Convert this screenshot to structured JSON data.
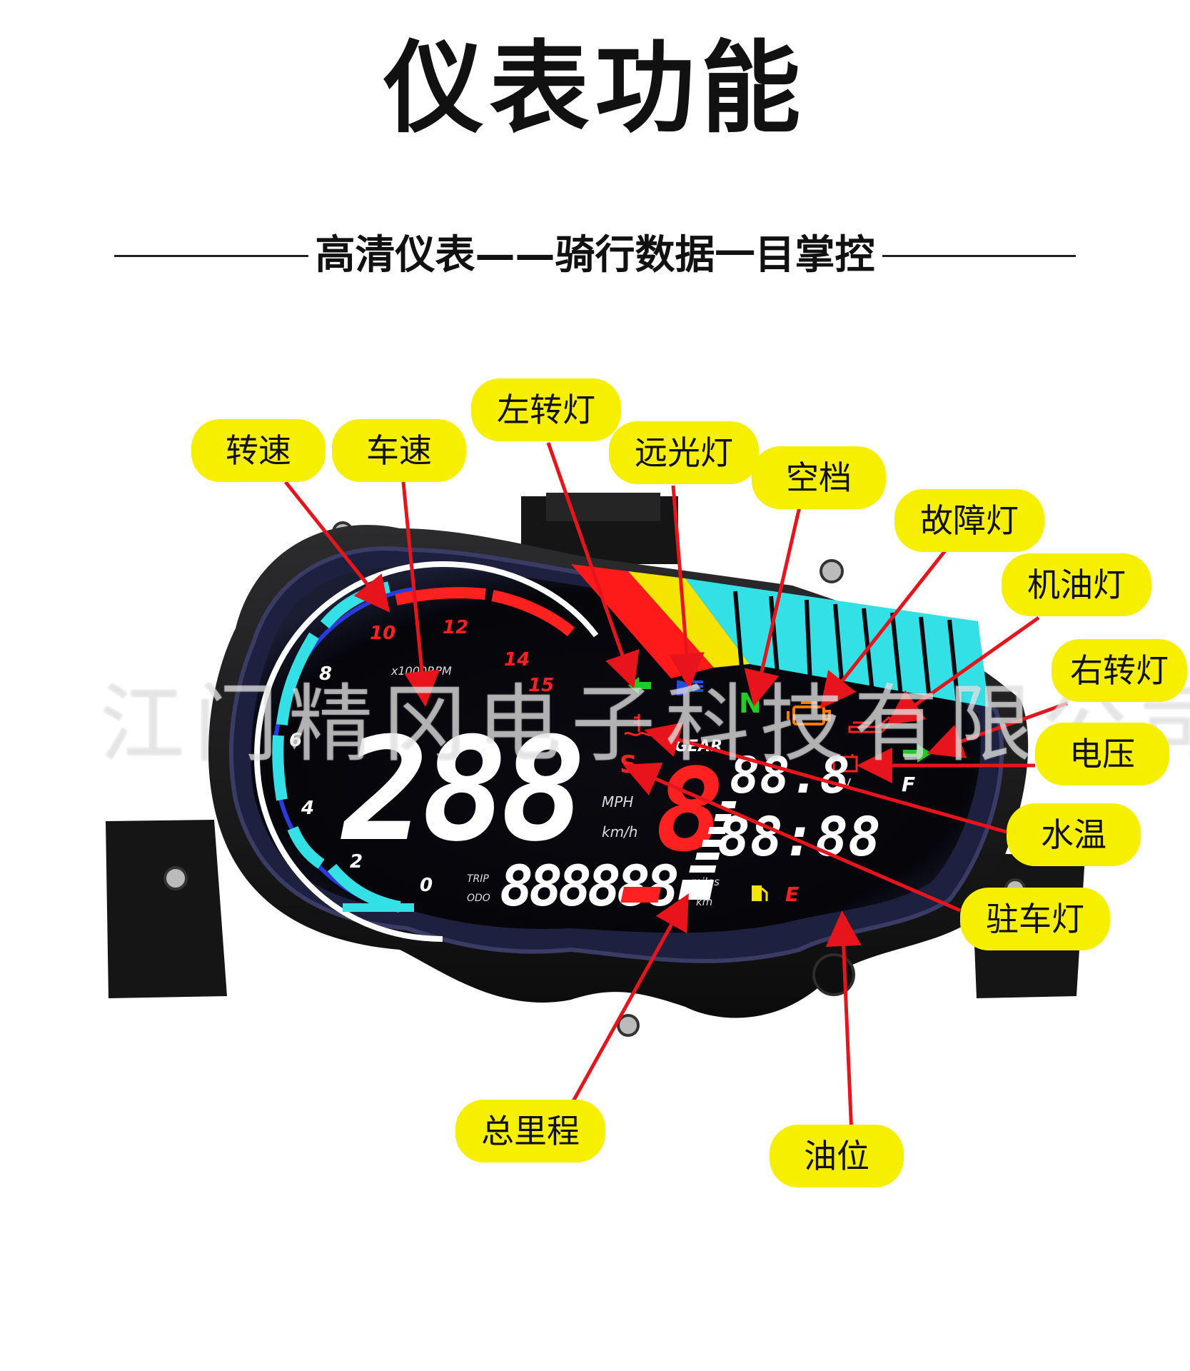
{
  "header": {
    "title": "仪表功能",
    "subtitle": "高清仪表——骑行数据一目掌控"
  },
  "watermark": "江门精冈电子科技有限公司",
  "dashboard": {
    "rpm_unit": "x1000RPM",
    "rpm_ticks": [
      "0",
      "2",
      "4",
      "6",
      "8",
      "10",
      "12",
      "14",
      "15"
    ],
    "speed_value": "288",
    "speed_unit_mph": "MPH",
    "speed_unit_kmh": "km/h",
    "parking_letter": "S",
    "gear_label": "GEAR",
    "gear_value": "8",
    "neutral_letter": "N",
    "voltage_value": "88.8",
    "voltage_unit": "V",
    "clock_value": "88:88",
    "trip_label": "TRIP",
    "odo_label": "ODO",
    "odometer_value": "888888",
    "odo_unit_miles": "miles",
    "odo_unit_km": "km",
    "fuel_full": "F",
    "fuel_empty": "E",
    "icons": [
      "left-turn-arrow",
      "high-beam",
      "engine-fault",
      "oil-can",
      "right-turn-arrow",
      "battery",
      "coolant-temp",
      "fuel-pump"
    ],
    "colors": {
      "turn_green": "#22cc22",
      "high_beam_blue": "#1f4fd8",
      "warning_orange": "#ff7a00",
      "alert_red": "#ff2020",
      "cyan": "#33e0e6",
      "yellow": "#f5e400"
    }
  },
  "callouts": {
    "rpm": "转速",
    "speed": "车速",
    "left_turn": "左转灯",
    "high_beam": "远光灯",
    "neutral": "空档",
    "fault": "故障灯",
    "oil": "机油灯",
    "right_turn": "右转灯",
    "voltage": "电压",
    "water_temp": "水温",
    "parking": "驻车灯",
    "odometer": "总里程",
    "fuel": "油位"
  }
}
